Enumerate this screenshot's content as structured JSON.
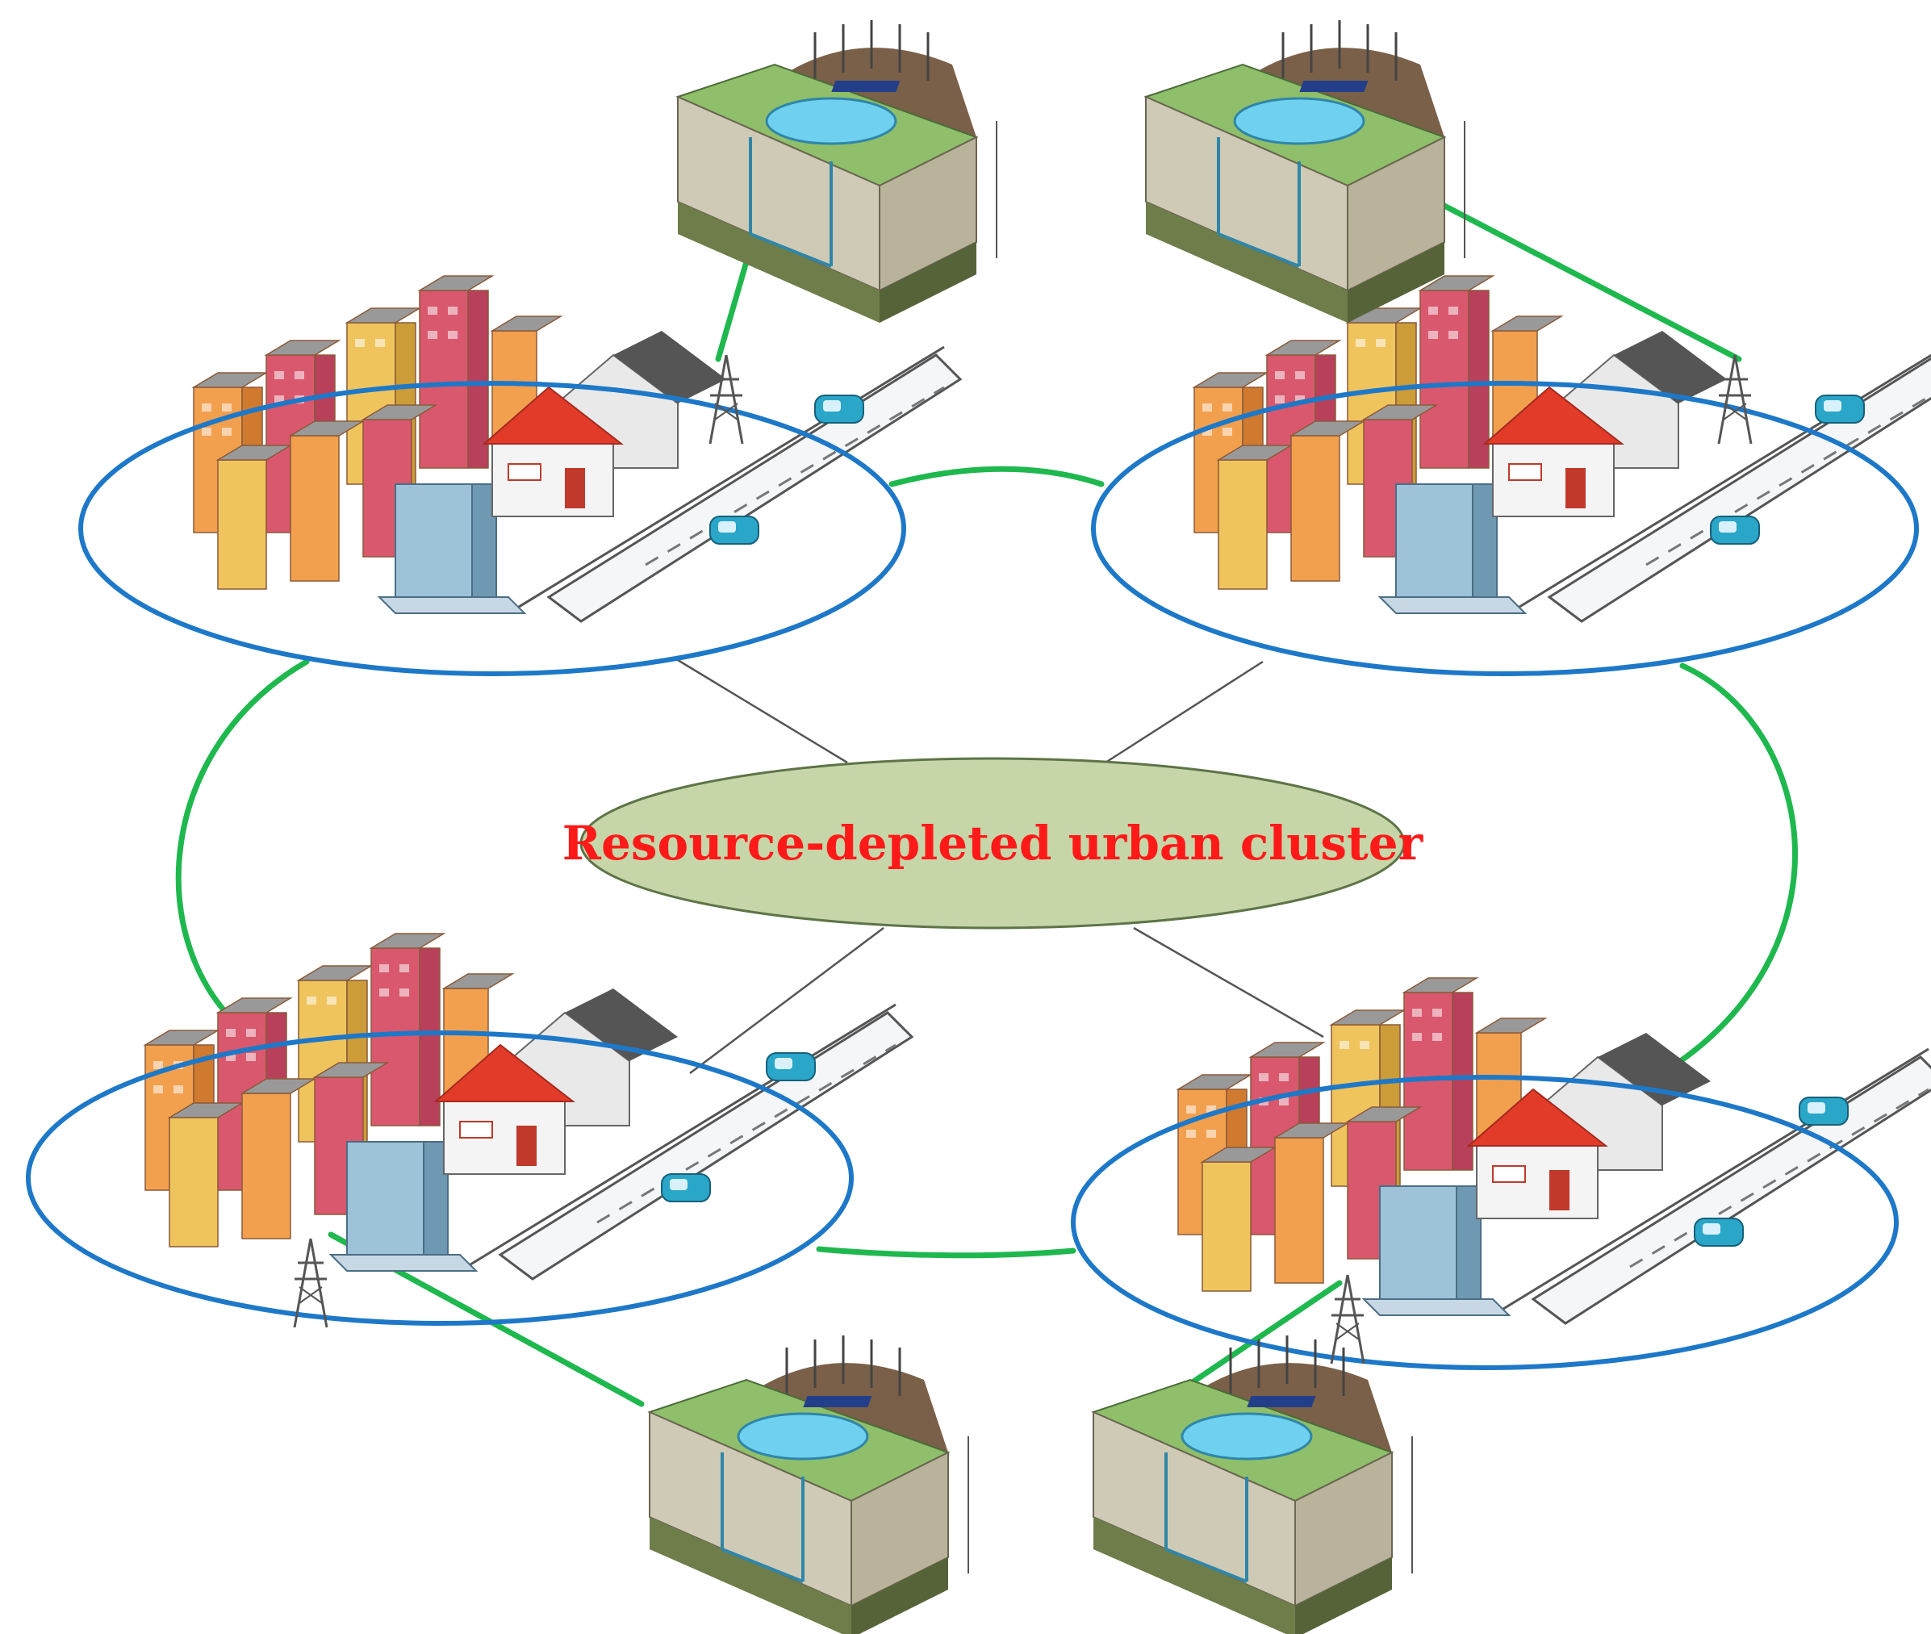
{
  "center": {
    "label": "Resource-depleted urban cluster"
  },
  "colors": {
    "green_link": "#1fb84e",
    "blue_ring": "#1e78c8",
    "center_fill": "#c6d6a8",
    "center_stroke": "#5e7448",
    "label_red": "#ff1a1a",
    "building_orange": "#f2a04e",
    "building_red": "#d9586e",
    "building_yellow": "#f0c45c",
    "roof_red": "#e23b2a",
    "car_teal": "#2aa6c8",
    "soil_top": "#8fbf6a",
    "pond": "#6fd0f0"
  },
  "nodes": {
    "cities": [
      {
        "id": "city-top-left",
        "icon": "city-cluster-icon"
      },
      {
        "id": "city-top-right",
        "icon": "city-cluster-icon"
      },
      {
        "id": "city-bottom-left",
        "icon": "city-cluster-icon"
      },
      {
        "id": "city-bottom-right",
        "icon": "city-cluster-icon"
      }
    ],
    "mines": [
      {
        "id": "mine-top-left",
        "icon": "mining-site-block-icon"
      },
      {
        "id": "mine-top-right",
        "icon": "mining-site-block-icon"
      },
      {
        "id": "mine-bottom-left",
        "icon": "mining-site-block-icon"
      },
      {
        "id": "mine-bottom-right",
        "icon": "mining-site-block-icon"
      }
    ],
    "towers": [
      "power-tower-icon"
    ]
  }
}
